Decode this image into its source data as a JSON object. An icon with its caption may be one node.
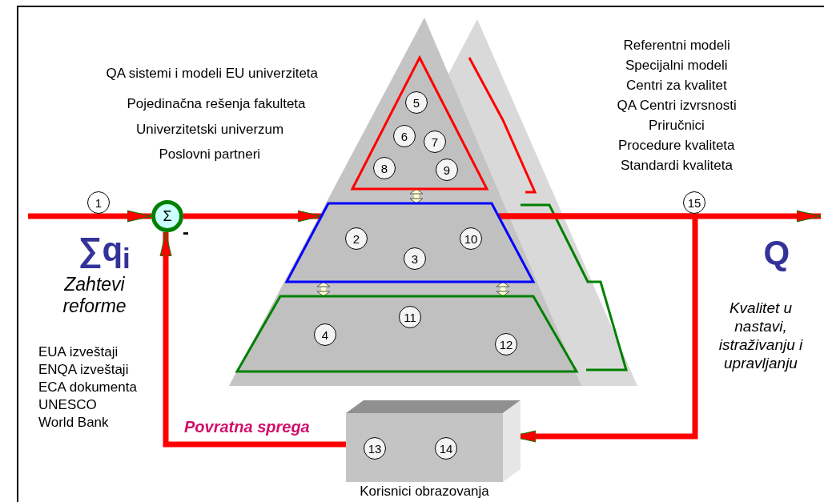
{
  "diagram": {
    "nodes": [
      {
        "text": [
          "Σ"
        ]
      },
      {
        "text": [],
        "shape": "triangle"
      },
      {
        "text": [
          "5"
        ],
        "in": 1
      },
      {
        "text": [
          "6"
        ],
        "in": 1
      },
      {
        "text": [
          "7"
        ],
        "in": 1
      },
      {
        "text": [
          "8"
        ],
        "in": 1
      },
      {
        "text": [
          "9"
        ],
        "in": 1
      },
      {
        "text": [],
        "shape": "trapezoid"
      },
      {
        "text": [
          "2"
        ],
        "in": 7
      },
      {
        "text": [
          "3"
        ],
        "in": 7
      },
      {
        "text": [
          "10"
        ],
        "in": 7
      },
      {
        "text": [],
        "shape": "trapezoid"
      },
      {
        "text": [
          "4"
        ],
        "in": 11
      },
      {
        "text": [
          "11"
        ],
        "in": 11
      },
      {
        "text": [
          "12"
        ],
        "in": 11
      },
      {
        "text": [
          "Korisnici obrazovanja"
        ]
      },
      {
        "text": [
          "13"
        ],
        "in": 15
      },
      {
        "text": [
          "14"
        ],
        "in": 15
      }
    ],
    "edges": [
      {
        "from": null,
        "to": 0,
        "arrow": "to",
        "label": "1"
      },
      {
        "from": 0,
        "to": 7,
        "arrow": "to"
      },
      {
        "from": 7,
        "to": null,
        "arrow": "to",
        "label": "15"
      },
      {
        "from": 7,
        "to": 15,
        "arrow": "to"
      },
      {
        "from": 15,
        "to": 0,
        "arrow": "to",
        "label": "Povratna sprega"
      },
      {
        "from": 1,
        "to": 7,
        "arrow": "both",
        "color": "#ffffcc"
      },
      {
        "from": 7,
        "to": 11,
        "arrow": "both",
        "color": "#ffffcc"
      },
      {
        "from": 7,
        "to": 11,
        "arrow": "both",
        "color": "#ffffcc"
      }
    ],
    "labels": [
      "Referentni modeli",
      "Specijalni modeli",
      "Centri za kvalitet",
      "QA Centri izvrsnosti",
      "Priručnici",
      "Procedure kvaliteta",
      "Standardi kvaliteta",
      "QA sistemi i modeli EU univerziteta",
      "Pojedinačna rešenja fakulteta",
      "Univerzitetski univerzum",
      "Poslovni partneri",
      "∑q$_{i}$",
      "-",
      "Q",
      "Zahtevi reforme",
      "Kvalitet u nastavi, istraživanju i upravljanju",
      "EUA izveštaji",
      "ENQA izveštaji",
      "ECA dokumenta",
      "UNESCO",
      "World Bank"
    ]
  }
}
